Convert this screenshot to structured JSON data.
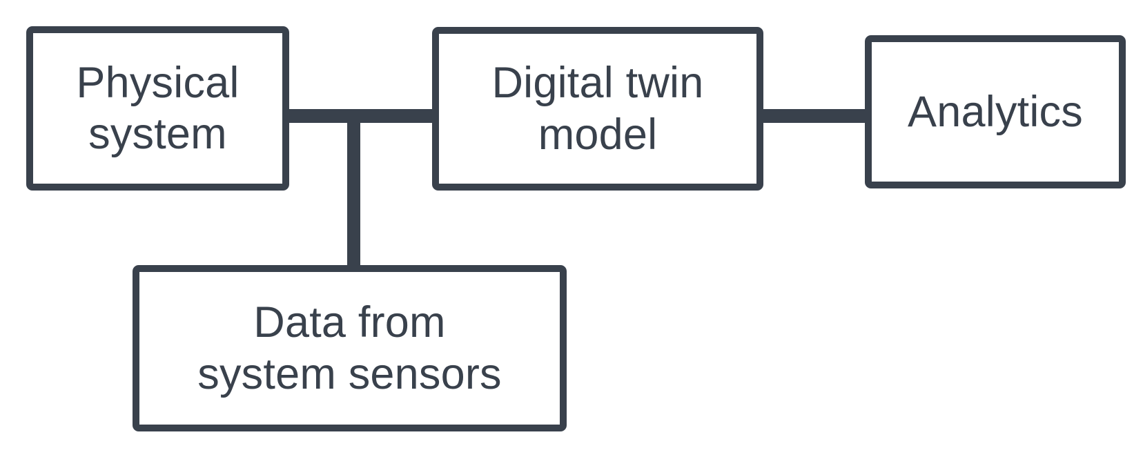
{
  "diagram": {
    "title": "Digital twin system block diagram",
    "type": "block-diagram",
    "background_color": "#ffffff",
    "stroke_color": "#39414c",
    "text_color": "#39414c",
    "nodes": [
      {
        "id": "physical-system",
        "label": "Physical\nsystem",
        "lines": [
          "Physical",
          "system"
        ]
      },
      {
        "id": "digital-twin-model",
        "label": "Digital twin\nmodel",
        "lines": [
          "Digital twin",
          "model"
        ]
      },
      {
        "id": "analytics",
        "label": "Analytics",
        "lines": [
          "Analytics"
        ]
      },
      {
        "id": "data-from-system-sensors",
        "label": "Data from\nsystem sensors",
        "lines": [
          "Data from",
          "system sensors"
        ]
      }
    ],
    "connectors": [
      {
        "id": "physical-to-twin",
        "from": "physical-system",
        "to": "digital-twin-model",
        "orientation": "horizontal"
      },
      {
        "id": "twin-to-analytics",
        "from": "digital-twin-model",
        "to": "analytics",
        "orientation": "horizontal"
      },
      {
        "id": "sensors-branch",
        "from": "physical-to-twin",
        "to": "data-from-system-sensors",
        "orientation": "vertical"
      }
    ]
  }
}
